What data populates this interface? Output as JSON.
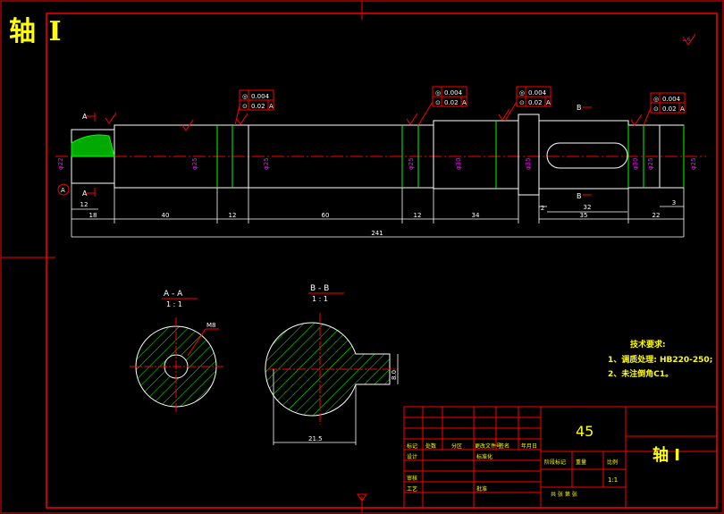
{
  "title": "轴 I",
  "shaft_dims": {
    "d1": "18",
    "d2": "12",
    "d3": "40",
    "d4": "12",
    "d5": "60",
    "d6": "12",
    "d7": "34",
    "d8": "2",
    "d9": "32",
    "d10": "35",
    "d11": "22",
    "d12": "3",
    "total": "241"
  },
  "diam_labels": [
    "φ22",
    "φ25",
    "φ25",
    "φ25",
    "φ30",
    "φ35",
    "φ30",
    "φ25",
    "φ25"
  ],
  "tolerances": [
    {
      "a": "0.004",
      "b": "0.02",
      "ref": "A"
    },
    {
      "a": "0.004",
      "b": "0.02",
      "ref": "A"
    },
    {
      "a": "0.004",
      "b": "0.02",
      "ref": "A"
    },
    {
      "a": "0.004",
      "b": "0.02",
      "ref": "A"
    }
  ],
  "roughness": "1.6",
  "datum": "A",
  "sections": {
    "aa_title": "A - A",
    "aa_scale": "1 : 1",
    "aa_thread": "M8",
    "bb_title": "B - B",
    "bb_scale": "1 : 1",
    "bb_width": "21.5",
    "bb_keyway": "8.0"
  },
  "tech": {
    "heading": "技术要求:",
    "req1": "1、调质处理: HB220-250;",
    "req2": "2、未注倒角C1。"
  },
  "titleblock": {
    "material": "45",
    "part_name": "轴 I",
    "scale": "1:1",
    "c1": "标记",
    "c2": "处数",
    "c3": "分区",
    "c4": "更改文件号",
    "c5": "签名",
    "c6": "年月日",
    "r1": "设计",
    "r2": "标准化",
    "r3": "审核",
    "r4": "工艺",
    "r5": "批准",
    "s1": "阶段标记",
    "s2": "重量",
    "s3": "比例",
    "bottom": "共  张  第  张"
  }
}
